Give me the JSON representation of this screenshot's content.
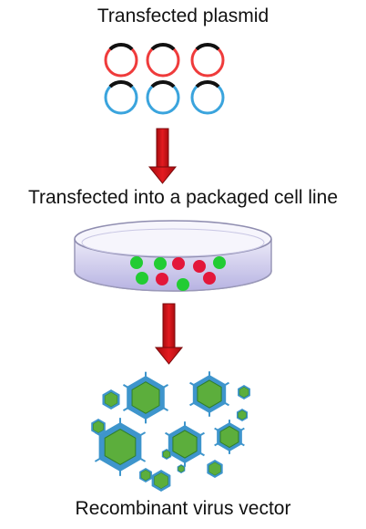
{
  "steps": {
    "plasmid_label": "Transfected plasmid",
    "transfection_label": "Transfected into a packaged cell line",
    "vector_label": "Recombinant virus vector"
  },
  "colors": {
    "plasmid_red": "#ef3b3b",
    "plasmid_blue": "#3aa4dd",
    "plasmid_black": "#111111",
    "arrow_red": "#d8141b",
    "cell_green": "#22cc33",
    "cell_red": "#e3173a",
    "virus_outer": "#3e95cc",
    "virus_inner": "#5cae3c"
  }
}
